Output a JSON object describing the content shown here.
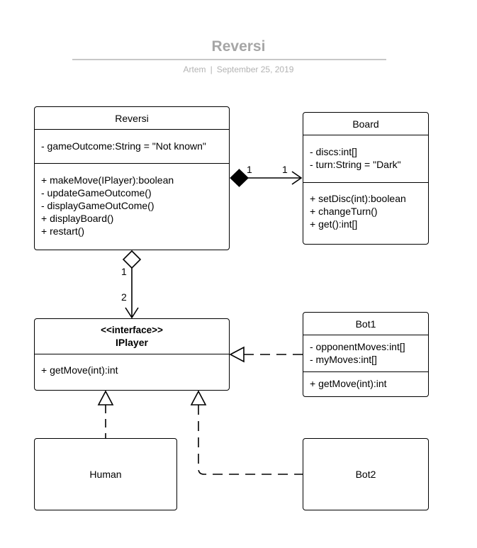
{
  "document": {
    "title": "Reversi",
    "author": "Artem",
    "separator": "|",
    "date": "September 25, 2019"
  },
  "classes": {
    "reversi": {
      "name": "Reversi",
      "attributes": [
        "- gameOutcome:String = \"Not known\""
      ],
      "methods": [
        "+ makeMove(IPlayer):boolean",
        "- updateGameOutcome()",
        "- displayGameOutCome()",
        "+ displayBoard()",
        "+ restart()"
      ]
    },
    "board": {
      "name": "Board",
      "attributes": [
        "- discs:int[]",
        "- turn:String = \"Dark\""
      ],
      "methods": [
        "+ setDisc(int):boolean",
        "+ changeTurn()",
        "+ get():int[]"
      ]
    },
    "iplayer": {
      "stereotype": "<<interface>>",
      "name": "IPlayer",
      "methods": [
        "+ getMove(int):int"
      ]
    },
    "bot1": {
      "name": "Bot1",
      "attributes": [
        "- opponentMoves:int[]",
        "- myMoves:int[]"
      ],
      "methods": [
        "+ getMove(int):int"
      ]
    },
    "human": {
      "name": "Human"
    },
    "bot2": {
      "name": "Bot2"
    }
  },
  "relations": {
    "reversi_board_composition": {
      "source_multiplicity": "1",
      "target_multiplicity": "1"
    },
    "reversi_iplayer_aggregation": {
      "source_multiplicity": "1",
      "target_multiplicity": "2"
    }
  }
}
